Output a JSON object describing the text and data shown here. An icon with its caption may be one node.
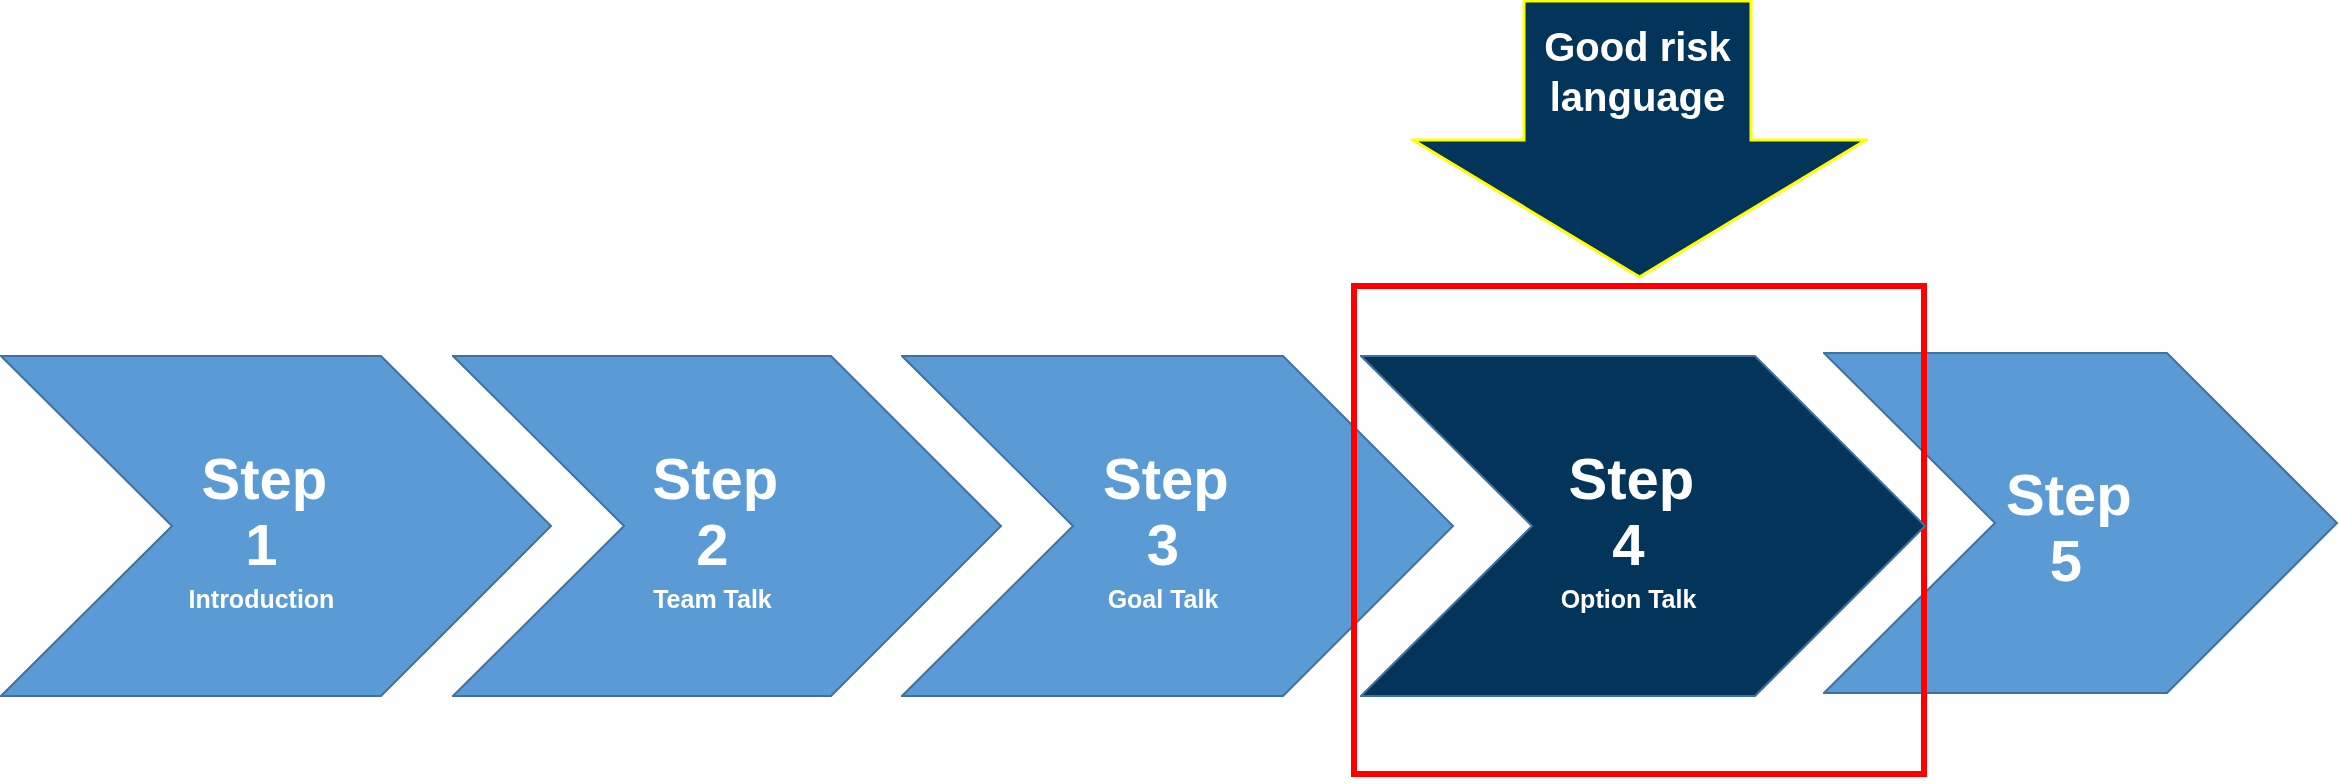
{
  "diagram": {
    "nodes": [
      {
        "text": [
          "Good risk language"
        ]
      },
      {
        "text": [
          "Step 1",
          "Introduction"
        ]
      },
      {
        "text": [
          "Step 2",
          "Team Talk"
        ]
      },
      {
        "text": [
          "Step 3",
          "Goal Talk"
        ]
      },
      {
        "text": [],
        "shape": "box"
      },
      {
        "text": [
          "Step 4",
          "Option Talk"
        ],
        "in": 4
      },
      {
        "text": [
          "Step 5"
        ]
      }
    ]
  }
}
